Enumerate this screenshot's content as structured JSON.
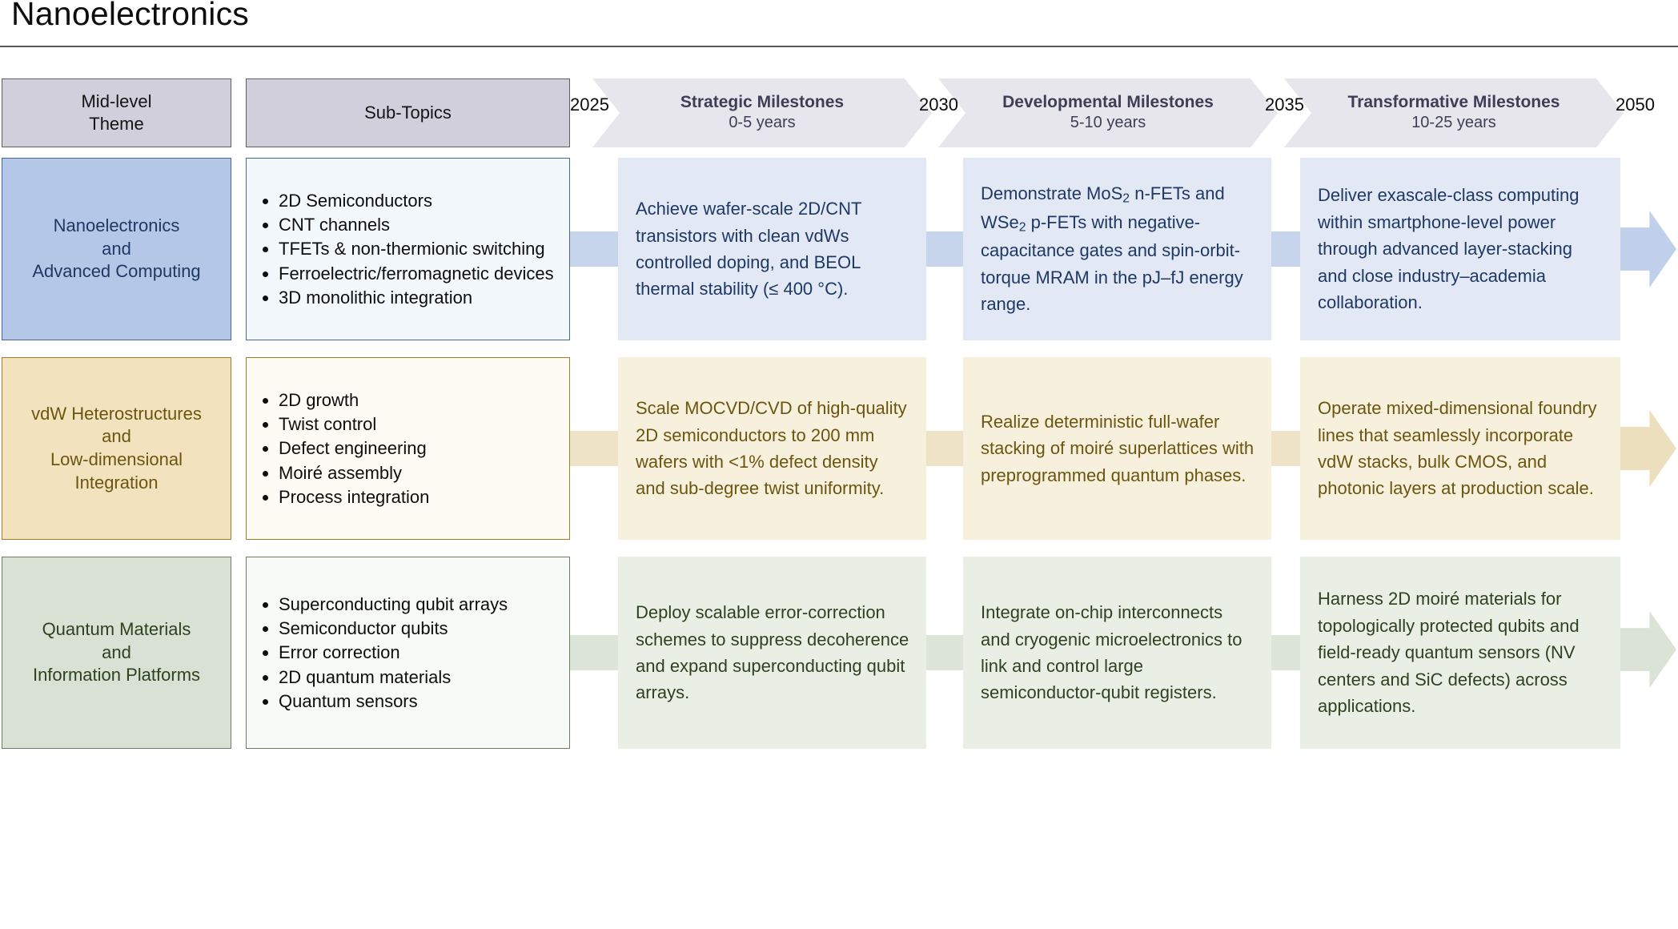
{
  "title": "Nanoelectronics",
  "header": {
    "theme_label": "Mid-level\nTheme",
    "subtopics_label": "Sub-Topics",
    "years": [
      "2025",
      "2030",
      "2035",
      "2050"
    ],
    "phases": [
      {
        "title": "Strategic Milestones",
        "subtitle": "0-5 years"
      },
      {
        "title": "Developmental Milestones",
        "subtitle": "5-10 years"
      },
      {
        "title": "Transformative Milestones",
        "subtitle": "10-25 years"
      }
    ]
  },
  "colors": {
    "header_box_fill": "#d2cfdd",
    "header_box_border": "#5f5f5f",
    "chevron_fill": "#e7e6ec",
    "chevron_text": "#3e3e56",
    "row_blue": {
      "theme_fill": "#b5c7e7",
      "theme_border": "#41699c",
      "theme_text": "#1f3864",
      "subs_fill": "#f3f8fc",
      "subs_border": "#41699c",
      "mile_fill": "#e2e9f5",
      "mile_text": "#1f3864",
      "connector": "#c6d4ec",
      "arrow": "#c1d0ea"
    },
    "row_tan": {
      "theme_fill": "#f2e2bd",
      "theme_border": "#9b7f2a",
      "theme_text": "#6b560f",
      "subs_fill": "#fdfbf3",
      "subs_border": "#9b7f2a",
      "mile_fill": "#f7f0dd",
      "mile_text": "#6b560f",
      "connector": "#eee3c6",
      "arrow": "#ecdfbe"
    },
    "row_green": {
      "theme_fill": "#d8e1d3",
      "theme_border": "#6d7f63",
      "theme_text": "#2f4220",
      "subs_fill": "#f8faf7",
      "subs_border": "#6d7f63",
      "mile_fill": "#e9efe5",
      "mile_text": "#2f4220",
      "connector": "#dde5d9",
      "arrow": "#dbe3d6"
    }
  },
  "rows": [
    {
      "theme": "Nanoelectronics\nand\nAdvanced Computing",
      "subtopics": [
        "2D Semiconductors",
        "CNT channels",
        "TFETs & non-thermionic switching",
        "Ferroelectric/ferromagnetic devices",
        "3D monolithic integration"
      ],
      "milestones": [
        "Achieve wafer-scale 2D/CNT transistors with clean vdWs controlled doping, and BEOL thermal stability (≤ 400 °C).",
        "Demonstrate MoS2 n-FETs and WSe2 p-FETs with negative-capacitance gates and spin-orbit-torque MRAM in the pJ–fJ energy range.",
        "Deliver exascale-class computing within smartphone-level power through advanced layer-stacking and close industry–academia collaboration."
      ]
    },
    {
      "theme": "vdW Heterostructures\nand\nLow-dimensional\nIntegration",
      "subtopics": [
        "2D growth",
        "Twist control",
        "Defect engineering",
        "Moiré assembly",
        "Process integration"
      ],
      "milestones": [
        "Scale MOCVD/CVD of high-quality 2D semiconductors to 200 mm wafers with <1% defect density and sub-degree twist uniformity.",
        "Realize deterministic full-wafer stacking of moiré superlattices with preprogrammed quantum phases.",
        "Operate mixed-dimensional foundry lines that seamlessly incorporate vdW stacks, bulk CMOS, and photonic layers at production scale."
      ]
    },
    {
      "theme": "Quantum Materials\nand\nInformation Platforms",
      "subtopics": [
        "Superconducting qubit arrays",
        "Semiconductor qubits",
        "Error correction",
        "2D quantum materials",
        "Quantum sensors"
      ],
      "milestones": [
        "Deploy scalable error-correction schemes to suppress decoherence and expand superconducting qubit arrays.",
        "Integrate on-chip interconnects and cryogenic microelectronics to link and control large semiconductor-qubit registers.",
        "Harness 2D moiré materials for topologically protected qubits and field-ready quantum sensors (NV centers and SiC defects) across applications."
      ]
    }
  ]
}
